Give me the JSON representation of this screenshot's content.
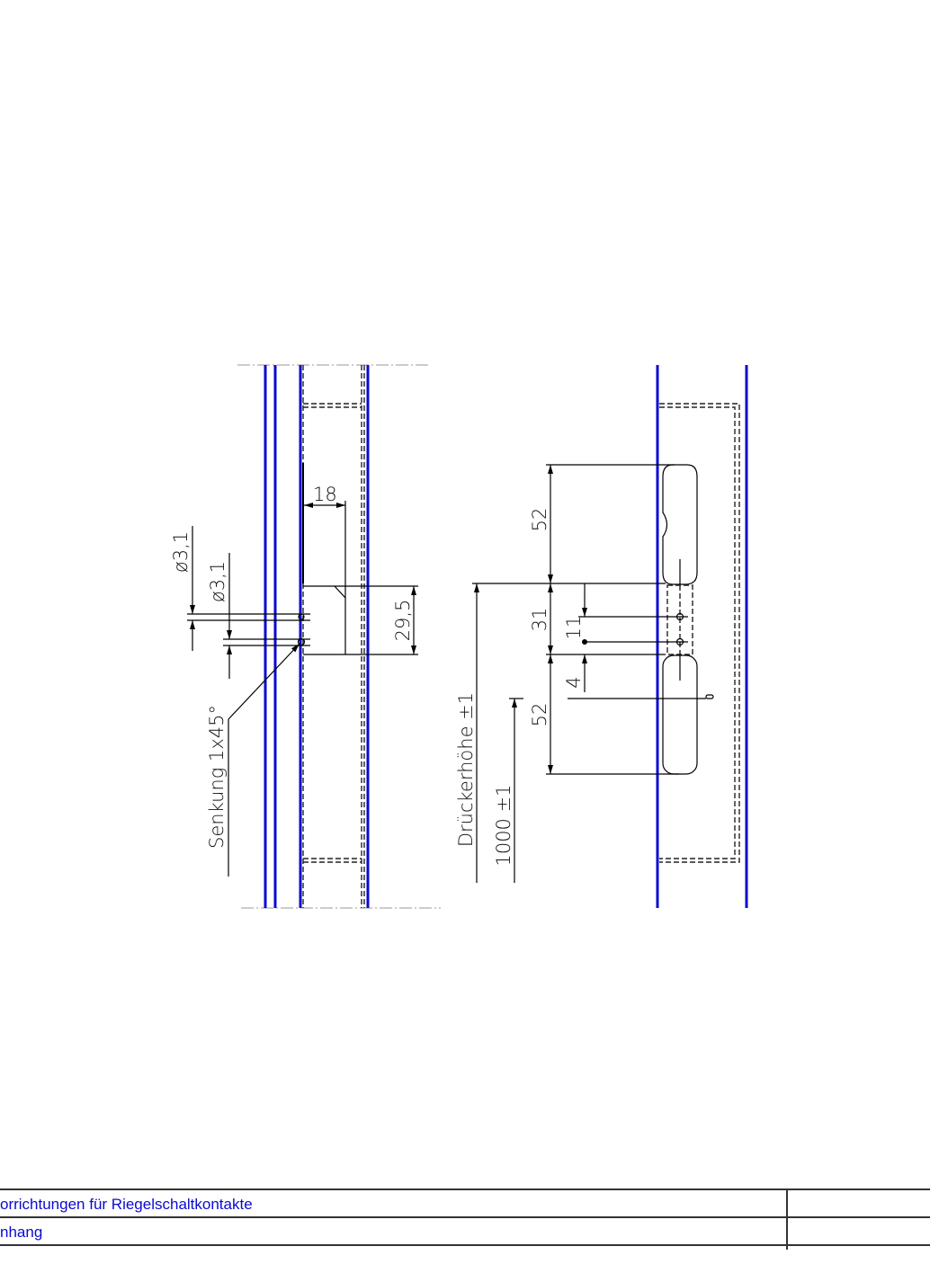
{
  "drawing": {
    "left_view": {
      "dimensions": {
        "width_18": "18",
        "height_29_5": "29,5",
        "hole_dia_1": "ø3,1",
        "hole_dia_2": "ø3,1",
        "chamfer_note": "Senkung  1x45°"
      }
    },
    "right_view": {
      "dimensions": {
        "upper_length": "52",
        "middle_length": "31",
        "hole_spacing": "11",
        "offset_4": "4",
        "lower_length": "52",
        "handle_height_label": "Drückerhöhe  ±1",
        "handle_height_value": "1000  ±1"
      }
    },
    "colors": {
      "profile_line": "#0a0ad2",
      "dimension_line": "#000000",
      "hidden_line": "#222222",
      "title_text": "#0a0ad2"
    }
  },
  "title_block": {
    "row1_text": "orrichtungen für Riegelschaltkontakte",
    "row2_text": "nhang"
  }
}
